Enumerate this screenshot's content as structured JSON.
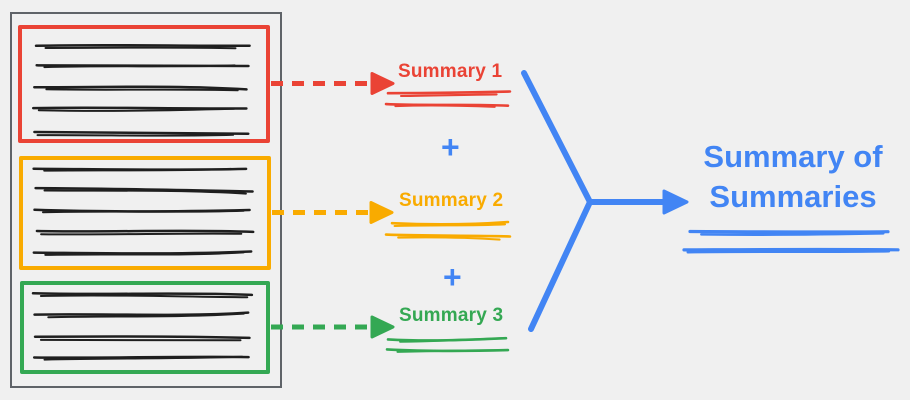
{
  "canvas": {
    "background": "#F0F0F0"
  },
  "document": {
    "border_color": "#5F6368",
    "text_line_color": "#1F1F1F",
    "sections": [
      {
        "name": "section-1",
        "color": "#EA4335",
        "line_count": 5
      },
      {
        "name": "section-2",
        "color": "#F9AB00",
        "line_count": 5
      },
      {
        "name": "section-3",
        "color": "#34A853",
        "line_count": 4
      }
    ]
  },
  "summaries": [
    {
      "label": "Summary 1",
      "color": "#EA4335"
    },
    {
      "label": "Summary 2",
      "color": "#F9AB00"
    },
    {
      "label": "Summary 3",
      "color": "#34A853"
    }
  ],
  "plus_label": "+",
  "plus_color": "#4285F4",
  "result": {
    "label": "Summary of Summaries",
    "color": "#4285F4"
  }
}
